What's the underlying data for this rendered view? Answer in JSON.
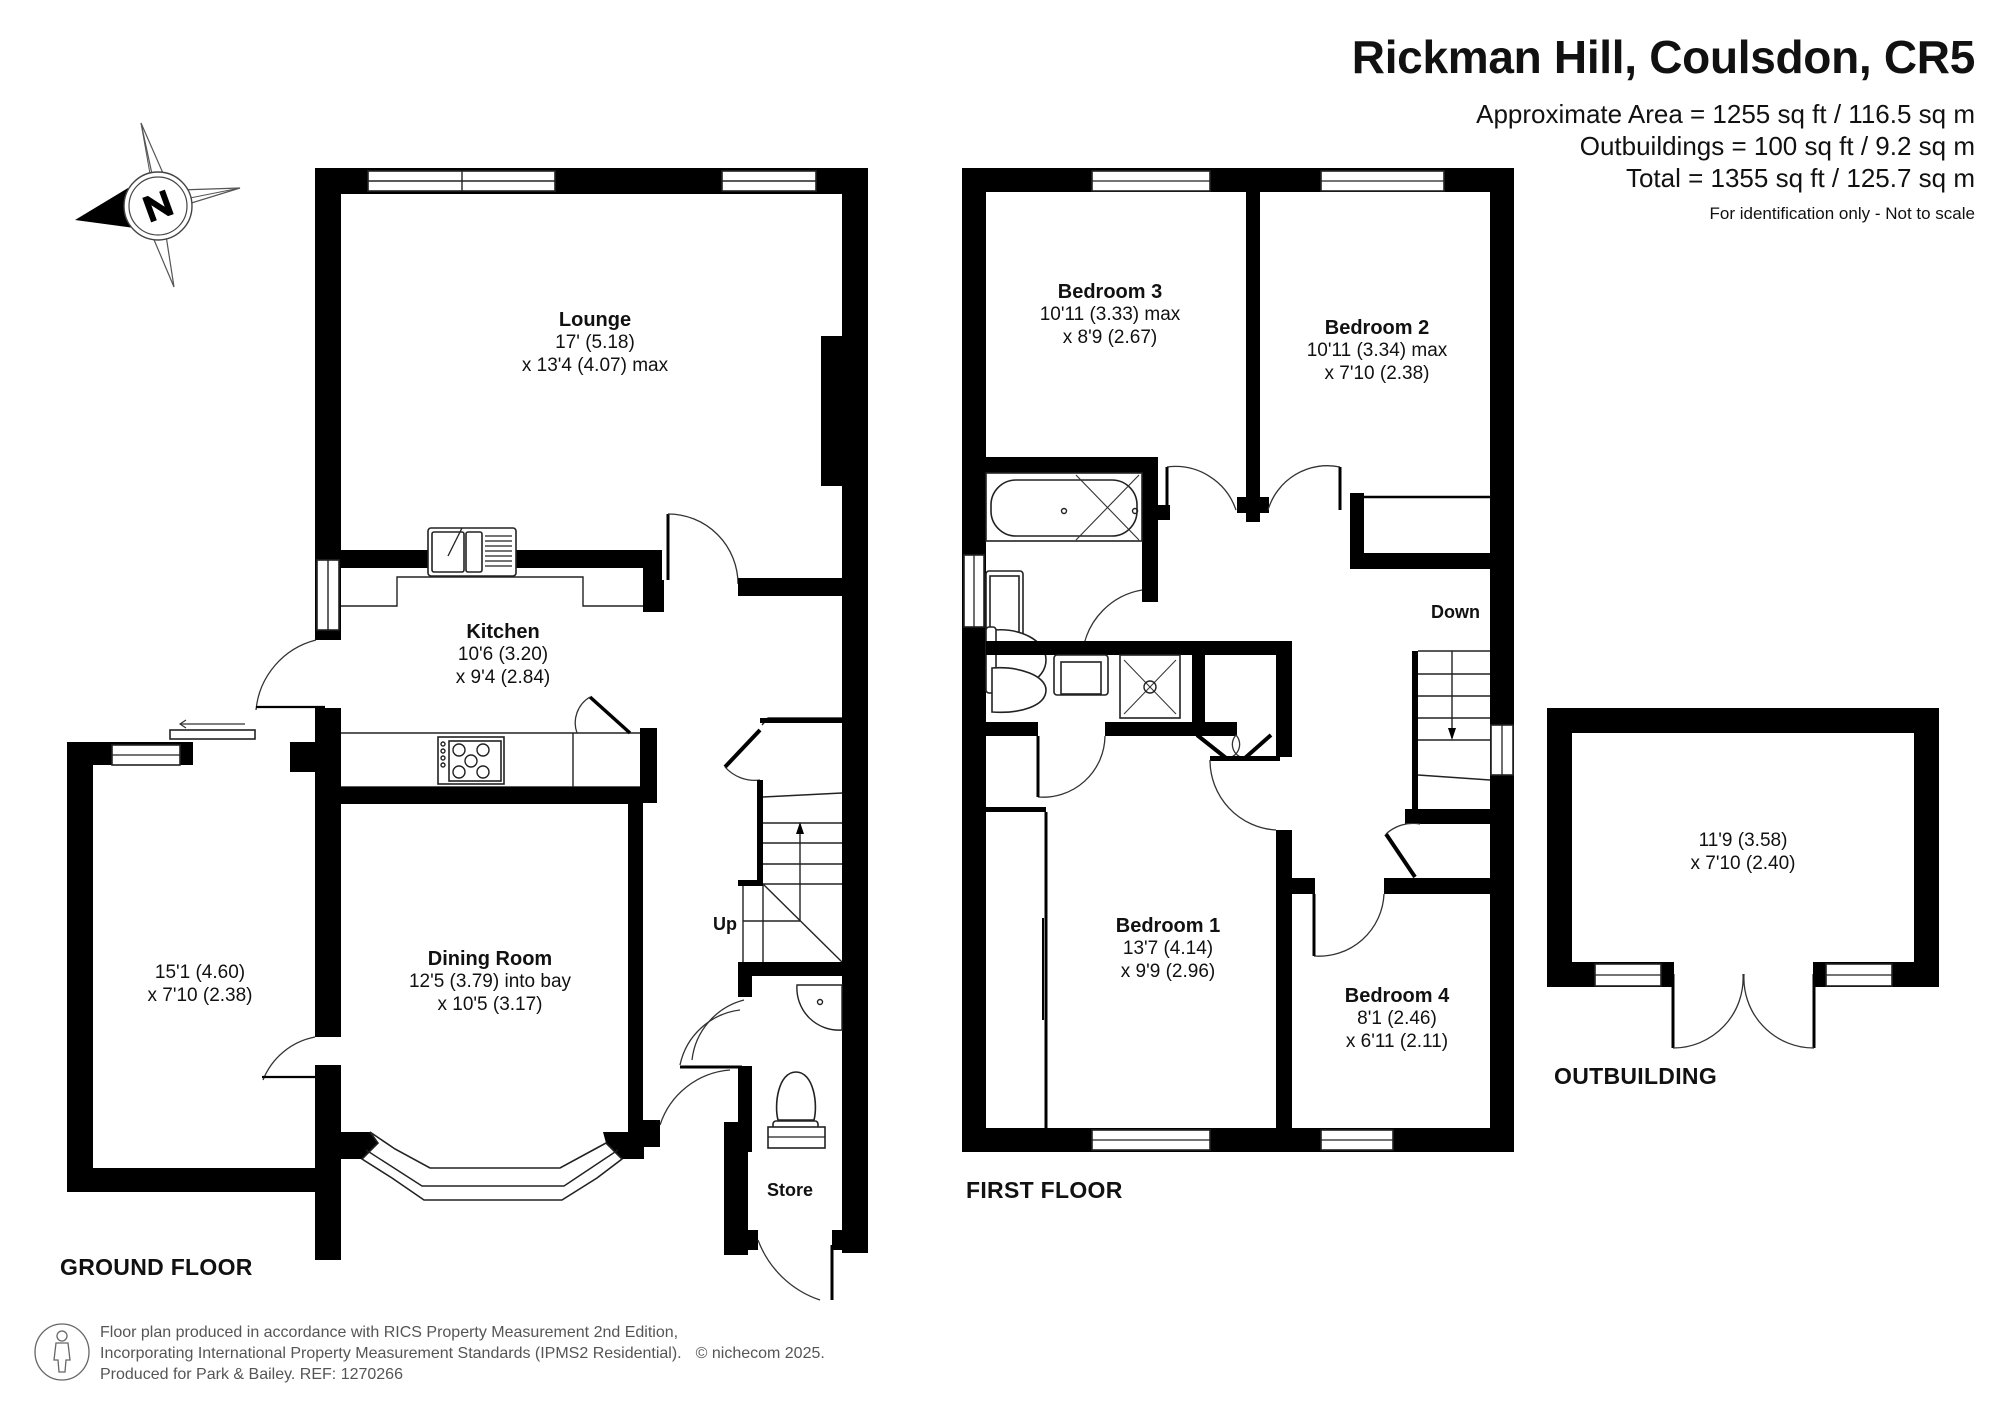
{
  "header": {
    "title": "Rickman Hill, Coulsdon, CR5",
    "approx_area": "Approximate Area = 1255 sq ft / 116.5 sq m",
    "outbuildings_area": "Outbuildings = 100 sq ft / 9.2 sq m",
    "total_area": "Total = 1355 sq ft / 125.7 sq m",
    "disclaimer": "For identification only - Not to scale"
  },
  "compass": {
    "icon": "north-compass-icon",
    "letter": "N"
  },
  "ground_floor": {
    "label": "GROUND FLOOR",
    "rooms": {
      "lounge": {
        "name": "Lounge",
        "dim1": "17' (5.18)",
        "dim2": "x 13'4 (4.07) max"
      },
      "kitchen": {
        "name": "Kitchen",
        "dim1": "10'6 (3.20)",
        "dim2": "x 9'4 (2.84)"
      },
      "dining": {
        "name": "Dining Room",
        "dim1": "12'5 (3.79) into bay",
        "dim2": "x 10'5 (3.17)"
      },
      "garage": {
        "name": "",
        "dim1": "15'1 (4.60)",
        "dim2": "x 7'10 (2.38)"
      },
      "store": {
        "name": "Store"
      }
    },
    "stairs_label": "Up"
  },
  "first_floor": {
    "label": "FIRST FLOOR",
    "rooms": {
      "bedroom3": {
        "name": "Bedroom 3",
        "dim1": "10'11 (3.33) max",
        "dim2": "x 8'9 (2.67)"
      },
      "bedroom2": {
        "name": "Bedroom 2",
        "dim1": "10'11 (3.34) max",
        "dim2": "x 7'10 (2.38)"
      },
      "bedroom1": {
        "name": "Bedroom 1",
        "dim1": "13'7 (4.14)",
        "dim2": "x 9'9 (2.96)"
      },
      "bedroom4": {
        "name": "Bedroom 4",
        "dim1": "8'1 (2.46)",
        "dim2": "x 6'11 (2.11)"
      }
    },
    "stairs_label": "Down"
  },
  "outbuilding": {
    "label": "OUTBUILDING",
    "dim1": "11'9 (3.58)",
    "dim2": "x 7'10 (2.40)"
  },
  "footer": {
    "line1": "Floor plan produced in accordance with RICS Property Measurement 2nd Edition,",
    "line2": "Incorporating International Property Measurement Standards (IPMS2 Residential).",
    "copyright": "© nichecom 2025.",
    "line3": "Produced for Park & Bailey.   REF:  1270266",
    "icon": "person-info-icon"
  }
}
